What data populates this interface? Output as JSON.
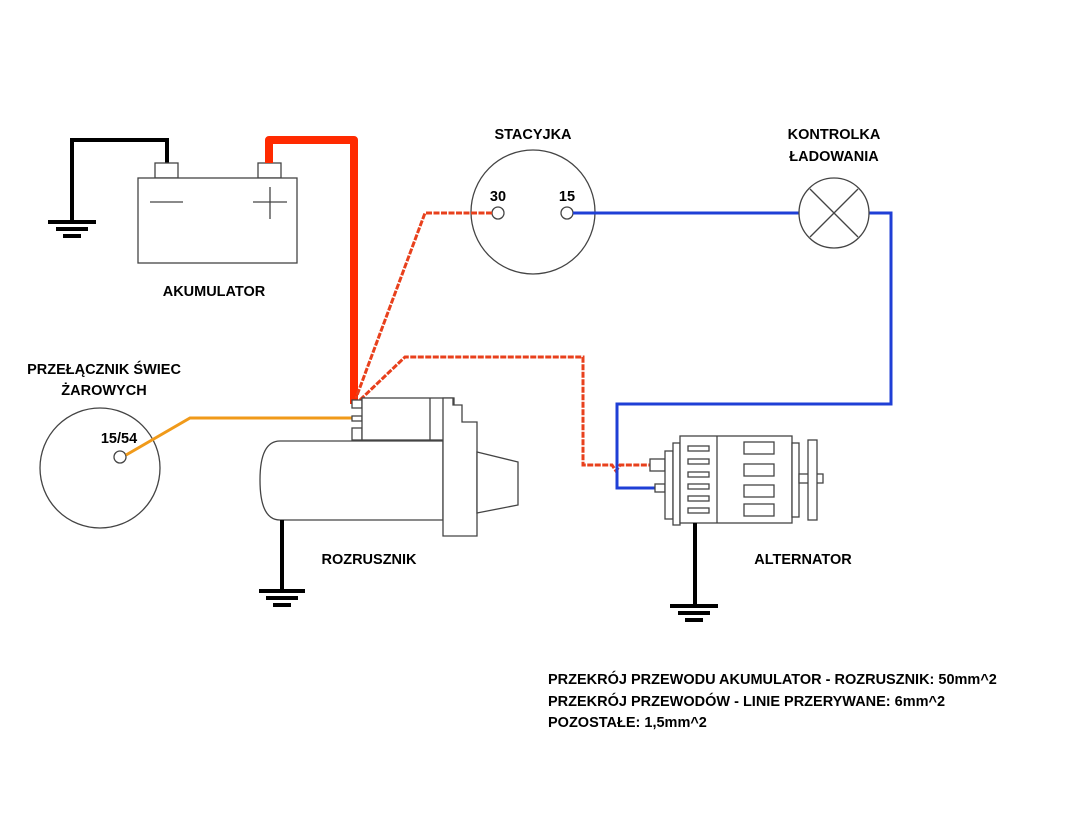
{
  "labels": {
    "battery": "AKUMULATOR",
    "ignition": "STACYJKA",
    "ignition_terminal_30": "30",
    "ignition_terminal_15": "15",
    "charge_lamp_line1": "KONTROLKA",
    "charge_lamp_line2": "ŁADOWANIA",
    "glow_switch_line1": "PRZEŁĄCZNIK ŚWIEC",
    "glow_switch_line2": "ŻAROWYCH",
    "glow_terminal": "15/54",
    "starter": "ROZRUSZNIK",
    "alternator": "ALTERNATOR"
  },
  "notes": [
    "PRZEKRÓJ PRZEWODU AKUMULATOR - ROZRUSZNIK: 50mm^2",
    "PRZEKRÓJ PRZEWODÓW - LINIE PRZERYWANE: 6mm^2",
    "POZOSTAŁE: 1,5mm^2"
  ],
  "colors": {
    "main_cable": "#ff2a00",
    "dashed_cable": "#e8401c",
    "signal_wire": "#1f3fd6",
    "glow_wire": "#f09a1a",
    "ground_wire": "#000000"
  }
}
